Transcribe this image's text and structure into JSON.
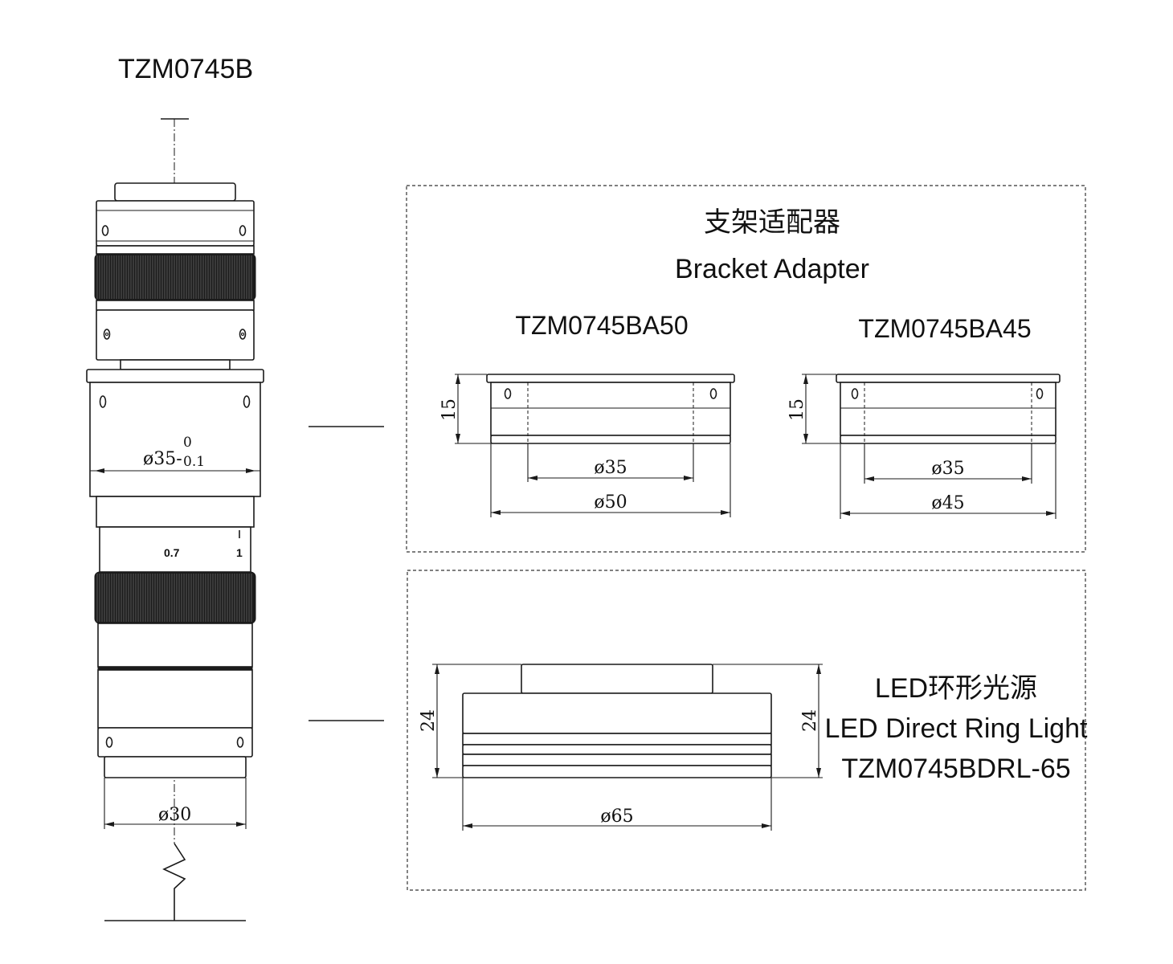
{
  "main_title": "TZM0745B",
  "lens": {
    "dim_mount_base": "ø35-",
    "dim_mount_tol_upper": "0",
    "dim_mount_tol_lower": "0.1",
    "scale_low": "0.7",
    "scale_high": "1",
    "dim_bottom": "ø30"
  },
  "bracket": {
    "title_cn": "支架适配器",
    "title_en": "Bracket Adapter",
    "a50": {
      "model": "TZM0745BA50",
      "height": "15",
      "inner": "ø35",
      "outer": "ø50"
    },
    "a45": {
      "model": "TZM0745BA45",
      "height": "15",
      "inner": "ø35",
      "outer": "ø45"
    }
  },
  "ring_light": {
    "title_cn": "LED环形光源",
    "title_en": "LED Direct Ring Light",
    "model": "TZM0745BDRL-65",
    "height_left": "24",
    "height_right": "24",
    "diameter": "ø65"
  }
}
